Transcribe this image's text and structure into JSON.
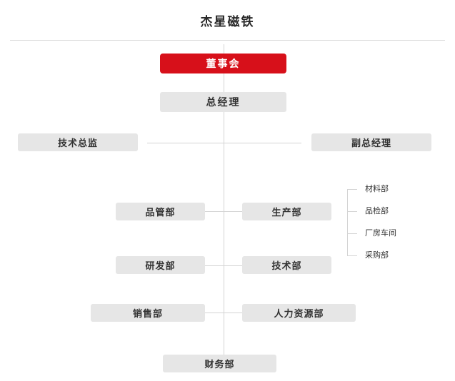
{
  "title": "杰星磁铁",
  "colors": {
    "board": "#d7101a",
    "node": "#e6e6e6",
    "line": "#d4d4d4"
  },
  "nodes": {
    "board": "董事会",
    "general_manager": "总经理",
    "technical_director": "技术总监",
    "deputy_general_manager": "副总经理",
    "quality_dept": "品管部",
    "production_dept": "生产部",
    "rd_dept": "研发部",
    "technical_dept": "技术部",
    "sales_dept": "销售部",
    "hr_dept": "人力资源部",
    "finance_dept": "财务部"
  },
  "production_sub": [
    "材料部",
    "品检部",
    "厂房车间",
    "采购部"
  ]
}
